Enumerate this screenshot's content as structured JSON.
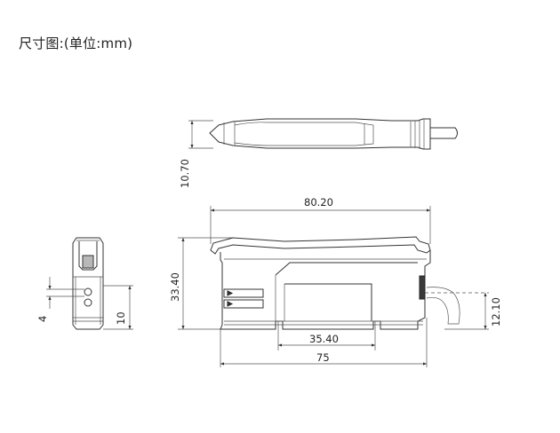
{
  "title": "尺寸图:(单位:mm)",
  "dimensions": {
    "top_view_thickness": "10.70",
    "side_view_length": "80.20",
    "side_view_height": "33.40",
    "rail_width": "35.40",
    "base_length": "75",
    "cable_height": "12.10",
    "front_view_pitch": "4",
    "front_view_height": "10"
  }
}
